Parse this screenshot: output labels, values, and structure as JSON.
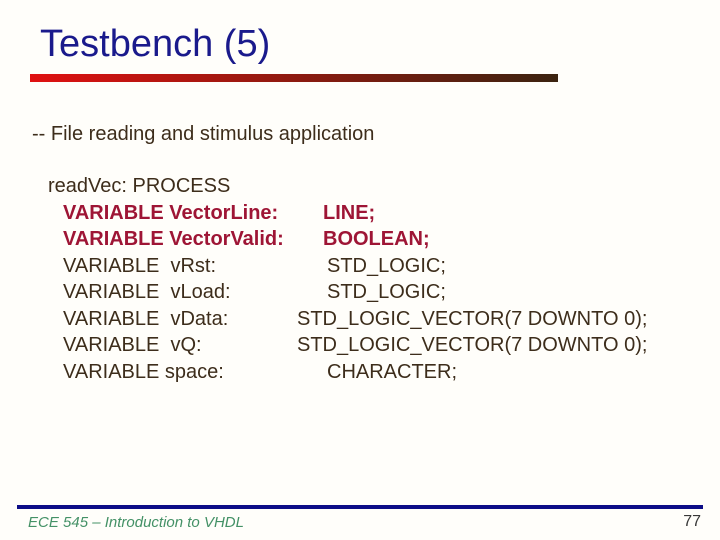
{
  "slide": {
    "title": "Testbench (5)",
    "comment": "-- File reading and stimulus application",
    "code": {
      "process_line": "readVec: PROCESS",
      "lines": [
        {
          "decl": "VARIABLE VectorLine:",
          "type": "LINE;"
        },
        {
          "decl": "VARIABLE VectorValid:",
          "type": "BOOLEAN;"
        },
        {
          "decl": "VARIABLE  vRst:",
          "type": "STD_LOGIC;"
        },
        {
          "decl": "VARIABLE  vLoad:",
          "type": "STD_LOGIC;"
        },
        {
          "decl": "VARIABLE  vData:",
          "type": "STD_LOGIC_VECTOR(7 DOWNTO 0);"
        },
        {
          "decl": "VARIABLE  vQ:",
          "type": "STD_LOGIC_VECTOR(7 DOWNTO 0);"
        },
        {
          "decl": "VARIABLE space:",
          "type": "CHARACTER;"
        }
      ]
    },
    "footer": {
      "course": "ECE 545 – Introduction to VHDL",
      "page_number": "77"
    },
    "colors": {
      "background": "#fffefa",
      "title_text": "#1a1a8c",
      "bar_left": "#e01111",
      "bar_right": "#3b230f",
      "body_text": "#3d2d1b",
      "keyword_text": "#9e1535",
      "divider": "#0d0d87",
      "footer_text": "#449166",
      "page_text": "#383838"
    }
  }
}
